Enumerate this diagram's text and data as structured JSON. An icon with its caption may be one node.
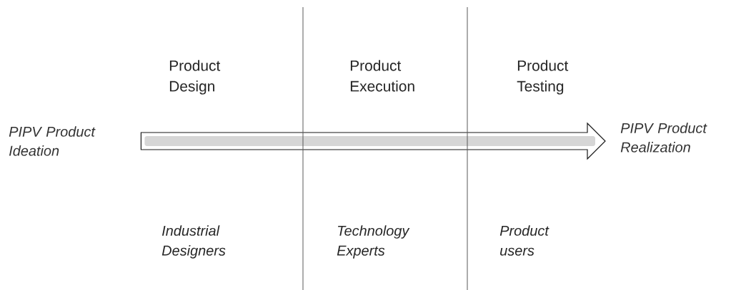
{
  "diagram": {
    "nodes": [
      {
        "text": [
          "PIPV Product Ideation"
        ]
      },
      {
        "text": [
          "PIPV Product Realization"
        ]
      }
    ],
    "edges": [
      {
        "from": 0,
        "to": 1,
        "arrow": "to"
      }
    ],
    "labels": [
      "Product Design",
      "Product Execution",
      "Product Testing",
      "Industrial Designers",
      "Technology Experts",
      "Product users"
    ]
  }
}
